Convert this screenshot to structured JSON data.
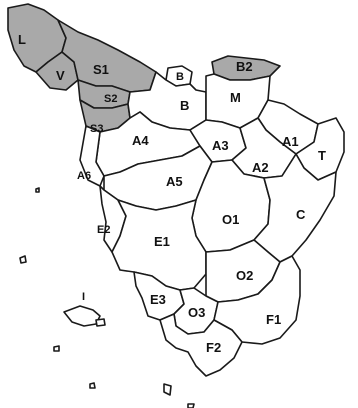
{
  "colors": {
    "land": "#ffffff",
    "shaded": "#a9a9a9",
    "border": "#1a1a1a",
    "text": "#111111"
  },
  "regions": {
    "L": {
      "label": "L",
      "shaded": true
    },
    "V": {
      "label": "V",
      "shaded": true
    },
    "S1": {
      "label": "S1",
      "shaded": true
    },
    "S2": {
      "label": "S2",
      "shaded": true
    },
    "S3": {
      "label": "S3",
      "shaded": true
    },
    "B2": {
      "label": "B2",
      "shaded": true
    },
    "B1": {
      "label": "B",
      "shaded": false
    },
    "B": {
      "label": "B",
      "shaded": false
    },
    "M": {
      "label": "M",
      "shaded": false
    },
    "A1": {
      "label": "A1",
      "shaded": false
    },
    "A2": {
      "label": "A2",
      "shaded": false
    },
    "A3": {
      "label": "A3",
      "shaded": false
    },
    "A4": {
      "label": "A4",
      "shaded": false
    },
    "A5": {
      "label": "A5",
      "shaded": false
    },
    "A6": {
      "label": "A6",
      "shaded": false
    },
    "T": {
      "label": "T",
      "shaded": false
    },
    "C": {
      "label": "C",
      "shaded": false
    },
    "O1": {
      "label": "O1",
      "shaded": false
    },
    "O2": {
      "label": "O2",
      "shaded": false
    },
    "O3": {
      "label": "O3",
      "shaded": false
    },
    "E1": {
      "label": "E1",
      "shaded": false
    },
    "E2": {
      "label": "E2",
      "shaded": false
    },
    "E3": {
      "label": "E3",
      "shaded": false
    },
    "F1": {
      "label": "F1",
      "shaded": false
    },
    "F2": {
      "label": "F2",
      "shaded": false
    },
    "I": {
      "label": "I",
      "shaded": false
    }
  }
}
